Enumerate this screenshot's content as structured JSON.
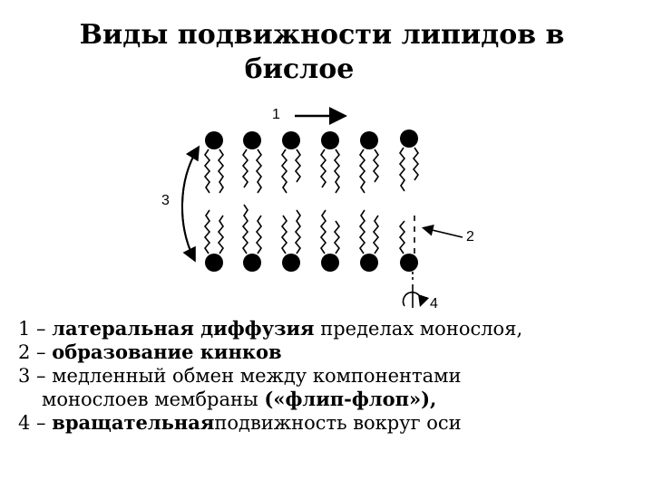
{
  "title": {
    "line1": "Виды подвижности липидов в",
    "line2": "бислое"
  },
  "diagram": {
    "labels": {
      "lateral": "1",
      "kink": "2",
      "flipflop": "3",
      "rotation": "4"
    }
  },
  "legend": {
    "item1": {
      "num": "1 –",
      "bold": "латеральная диффузия",
      "rest": " пределах монослоя,"
    },
    "item2": {
      "num": "2 –",
      "bold": "образование кинков",
      "rest": ""
    },
    "item3": {
      "num": "3 –",
      "rest": " медленный обмен между компонентами"
    },
    "item3b": {
      "rest": "монослоев мембраны ",
      "bold": "(«флип-флоп»),"
    },
    "item4": {
      "num": "4 –",
      "bold": "вращательная",
      "rest": "подвижность вокруг оси"
    }
  }
}
